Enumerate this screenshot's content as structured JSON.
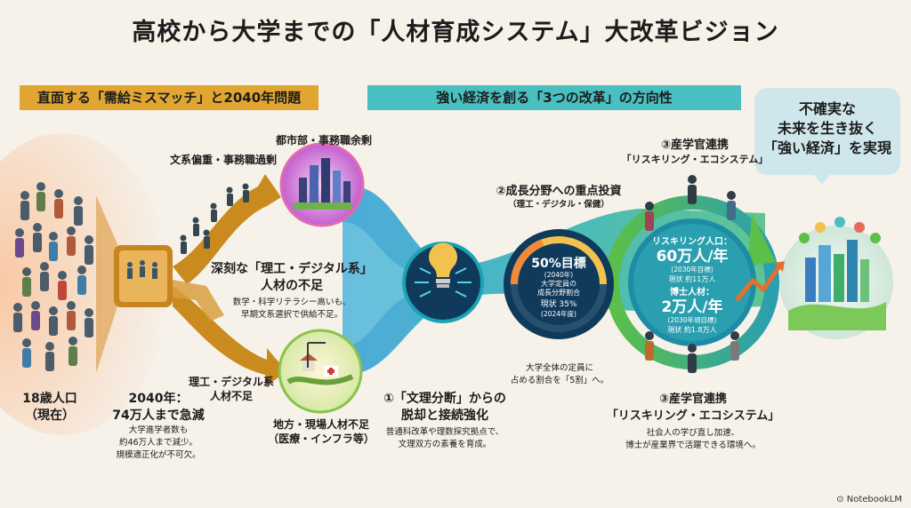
{
  "title": "高校から大学までの「人材育成システム」大改革ビジョン",
  "header_left": "直面する「需給ミスマッチ」と2040年問題",
  "header_right": "強い経済を創る「3つの改革」の方向性",
  "vision_bubble": {
    "line1": "不確実な",
    "line2": "未来を生き抜く",
    "line3": "「強い経済」を実現"
  },
  "left": {
    "age18_l1": "18歳人口",
    "age18_l2": "（現在）",
    "year2040_l1": "2040年：",
    "year2040_l2": "74万人まで急減",
    "year2040_d1": "大学進学者数も",
    "year2040_d2": "約46万人まで減少。",
    "year2040_d3": "規模適正化が不可欠。",
    "humanities_excess": "文系偏重・事務職過剰",
    "urban_l1": "都市部・事務職余剰",
    "stem_short_l1": "深刻な「理工・デジタル系」",
    "stem_short_l2": "人材の不足",
    "stem_short_d1": "数学・科学リテラシー高いも、",
    "stem_short_d2": "早期文系選択で供給不足。",
    "stem_lack_l1": "理工・デジタル系",
    "stem_lack_l2": "人材不足",
    "regional_l1": "地方・現場人材不足",
    "regional_l2": "（医療・インフラ等）"
  },
  "reforms": {
    "r1_l1": "①「文理分断」からの",
    "r1_l2": "脱却と接続強化",
    "r1_d1": "普通科改革や理数探究拠点で、",
    "r1_d2": "文理双方の素養を育成。",
    "r2_l1": "②成長分野への重点投資",
    "r2_l2": "（理工・デジタル・保健）",
    "r2_gauge_target": "50%目標",
    "r2_gauge_year": "(2040年)",
    "r2_gauge_desc1": "大学定員の",
    "r2_gauge_desc2": "成長分野割合",
    "r2_gauge_now": "現状 35%",
    "r2_gauge_now_year": "(2024年度)",
    "r2_note1": "大学全体の定員に",
    "r2_note2": "占める割合を「5割」へ。",
    "r3_top_l1": "③産学官連携",
    "r3_top_l2": "「リスキリング・エコシステム」",
    "r3_bot_l1": "③産学官連携",
    "r3_bot_l2": "「リスキリング・エコシステム」",
    "r3_d1": "社会人の学び直し加速、",
    "r3_d2": "博士が産業界で活躍できる環境へ。",
    "reskill_label": "リスキリング人口：",
    "reskill_value": "60万人/年",
    "reskill_target": "(2030年目標)",
    "reskill_now": "現状 約11万人",
    "phd_label": "博士人材：",
    "phd_value": "2万人/年",
    "phd_target": "(2030年頃目標)",
    "phd_now": "現状 約1.8万人"
  },
  "chart_data": {
    "type": "gauge",
    "title": "50%目標",
    "target_percent": 50,
    "current_percent": 35
  },
  "footer_brand": "NotebookLM",
  "colors": {
    "orange": "#e1a632",
    "teal": "#49bfc1",
    "gold": "#c98a1e",
    "bubble": "#cfe7ec"
  }
}
